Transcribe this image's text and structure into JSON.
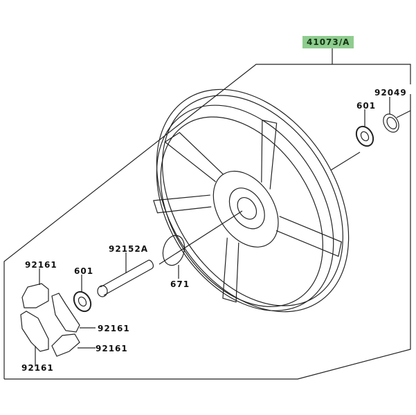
{
  "assembly_label": "41073/A",
  "parts": {
    "seal_right": "92049",
    "bearing_right": "601",
    "collar": "92152A",
    "o_ring": "671",
    "bearing_left": "601",
    "damper_top_left": "92161",
    "damper_mid_right": "92161",
    "damper_bottom_right": "92161",
    "damper_bottom_left": "92161"
  },
  "colors": {
    "label_highlight": "#8fcc8f",
    "line": "#222222"
  }
}
